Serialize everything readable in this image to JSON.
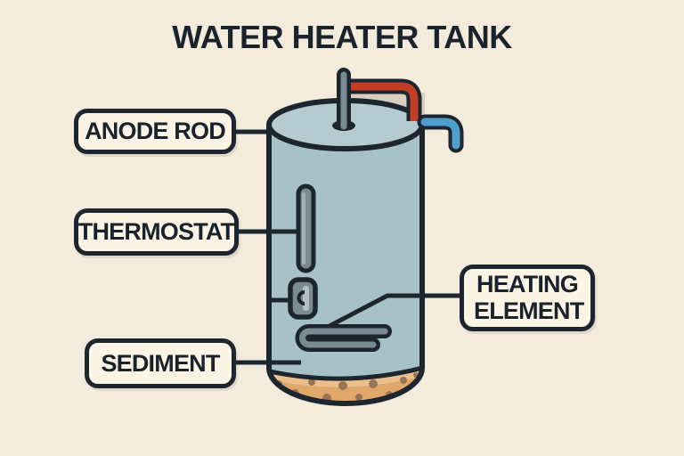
{
  "title": "WATER HEATER TANK",
  "labels": {
    "anode_rod": "ANODE ROD",
    "thermostat": "THERMOSTAT",
    "heating_element": "HEATING ELEMENT",
    "sediment": "SEDIMENT"
  },
  "colors": {
    "background": "#f3ebdc",
    "outline": "#1d262e",
    "tank_body": "#a7c1c9",
    "tank_top": "#b6cbd1",
    "metal_gray": "#7b8b94",
    "hot_pipe_red": "#c63d26",
    "cold_pipe_blue": "#4e9fcd",
    "sediment_tan": "#e0a76b",
    "sediment_speckle": "#8d6e52",
    "label_fill": "#fcf5e5",
    "text": "#1a232c"
  }
}
